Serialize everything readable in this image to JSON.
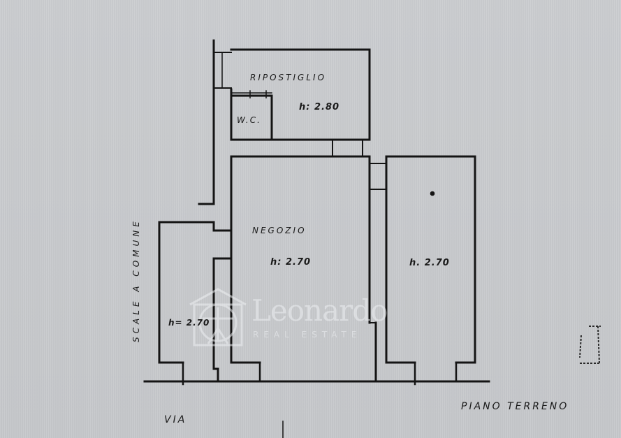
{
  "floor_plan": {
    "title": "PIANO TERRENO",
    "street_label": "VIA",
    "stairs_label": "SCALE A COMUNE",
    "rooms": [
      {
        "name": "RIPOSTIGLIO",
        "height": "h: 2.80"
      },
      {
        "name": "W.C.",
        "height": ""
      },
      {
        "name": "NEGOZIO",
        "height": "h: 2.70"
      },
      {
        "name": "",
        "height": "h. 2.70"
      },
      {
        "name": "",
        "height": "h= 2.70"
      }
    ]
  },
  "watermark": {
    "brand": "Leonardo",
    "subtitle": "REAL ESTATE"
  },
  "colors": {
    "background": "#c9cbce",
    "ink": "#141414",
    "watermark": "#eef0f2"
  }
}
